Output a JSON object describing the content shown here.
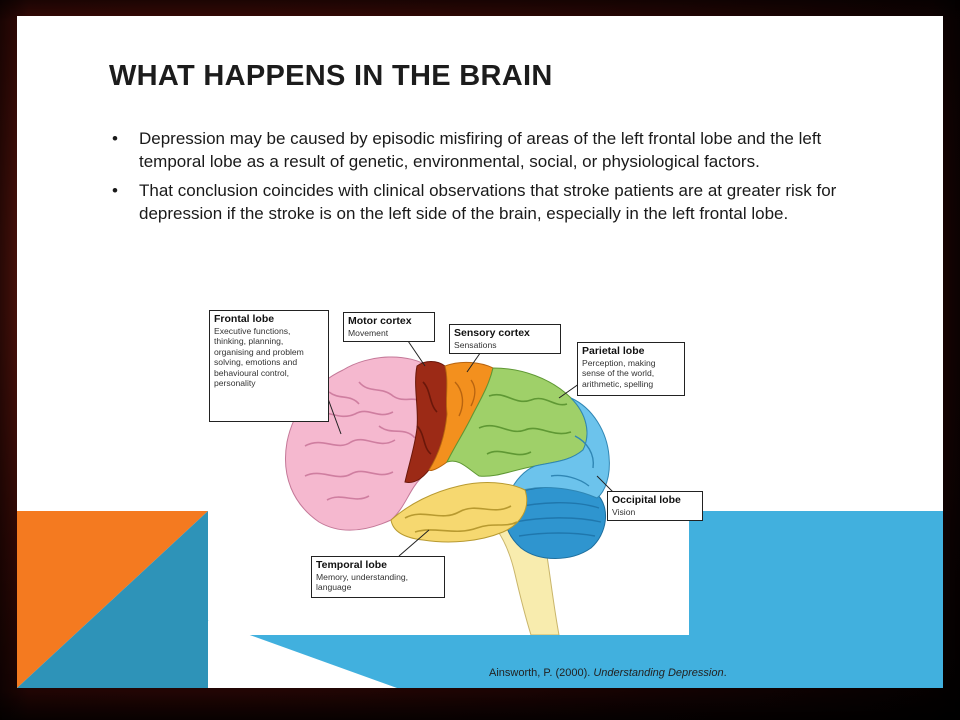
{
  "slide": {
    "title": "WHAT HAPPENS IN THE BRAIN",
    "bullets": [
      "Depression may be caused by episodic misfiring of areas of the left frontal lobe and the left temporal lobe as a result of genetic, environmental, social, or physiological factors.",
      "That conclusion coincides with clinical observations that stroke patients are at greater risk for depression if the stroke is on the left side of the brain, especially in the left frontal lobe."
    ],
    "bullet_symbol": "•",
    "citation": {
      "prefix": "Ainsworth, P. (2000). ",
      "title": "Understanding Depression",
      "suffix": "."
    }
  },
  "figure": {
    "frontal": {
      "title": "Frontal lobe",
      "desc": "Executive functions, thinking, planning, organising and problem solving, emotions and behavioural control, personality"
    },
    "motor": {
      "title": "Motor cortex",
      "desc": "Movement"
    },
    "sensory": {
      "title": "Sensory cortex",
      "desc": "Sensations"
    },
    "parietal": {
      "title": "Parietal lobe",
      "desc": "Perception, making sense of the world, arithmetic, spelling"
    },
    "occipital": {
      "title": "Occipital lobe",
      "desc": "Vision"
    },
    "temporal": {
      "title": "Temporal lobe",
      "desc": "Memory, understanding, language"
    }
  },
  "colors": {
    "orange_accent": "#f47a20",
    "blue_accent": "#41b0de",
    "teal_accent": "#2e93b8",
    "frontal": "#f5b8cf",
    "motor": "#9c2a16",
    "sensory": "#f3901e",
    "parietal": "#9fd069",
    "occipital": "#6cc3ec",
    "temporal": "#f6d870",
    "cerebellum": "#2f95cf",
    "brainstem": "#f8ecae"
  }
}
